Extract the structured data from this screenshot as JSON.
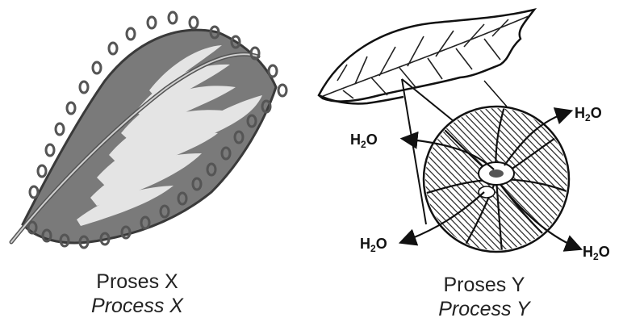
{
  "process_x": {
    "label_ms": "Proses X",
    "label_en": "Process X"
  },
  "process_y": {
    "label_ms": "Proses Y",
    "label_en": "Process Y"
  },
  "water_labels": {
    "top_left": "H2O",
    "top_right": "H2O",
    "bottom_left": "H2O",
    "bottom_right": "H2O"
  },
  "colors": {
    "leaf_x_dark": "#6e6e6e",
    "leaf_x_light": "#e2e2e2",
    "ink": "#111111"
  }
}
